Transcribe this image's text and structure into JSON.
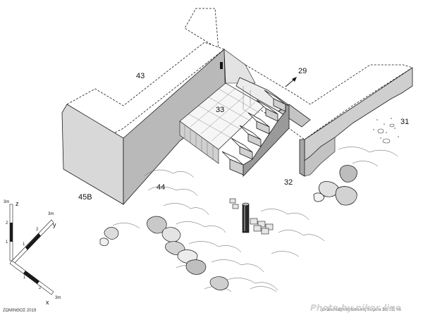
{
  "diagram": {
    "room_labels": {
      "r43": "43",
      "r29": "29",
      "r33": "33",
      "r31": "31",
      "r32": "32",
      "r44": "44",
      "r45b": "45B"
    },
    "axes": {
      "z": "z",
      "y": "y",
      "x": "x",
      "z_ticks": [
        "1",
        "2",
        "3m"
      ],
      "y_ticks": [
        "1",
        "2",
        "3m"
      ],
      "x_ticks": [
        "1",
        "2",
        "3m"
      ]
    },
    "footer_left": "ΖΩΜΙΝΘΟΣ 2019",
    "footer_right": "(ανάλυτικά) αποτύπωση Χώρων 32, 33, 44",
    "watermark": "Photo by nikos line",
    "colors": {
      "wall_top": "#ffffff",
      "wall_side": "#d4d4d4",
      "wall_inner": "#bdbdbd",
      "wall_dark": "#8c8c8c",
      "line": "#1a1a1a",
      "floor": "#f4f4f4"
    }
  }
}
